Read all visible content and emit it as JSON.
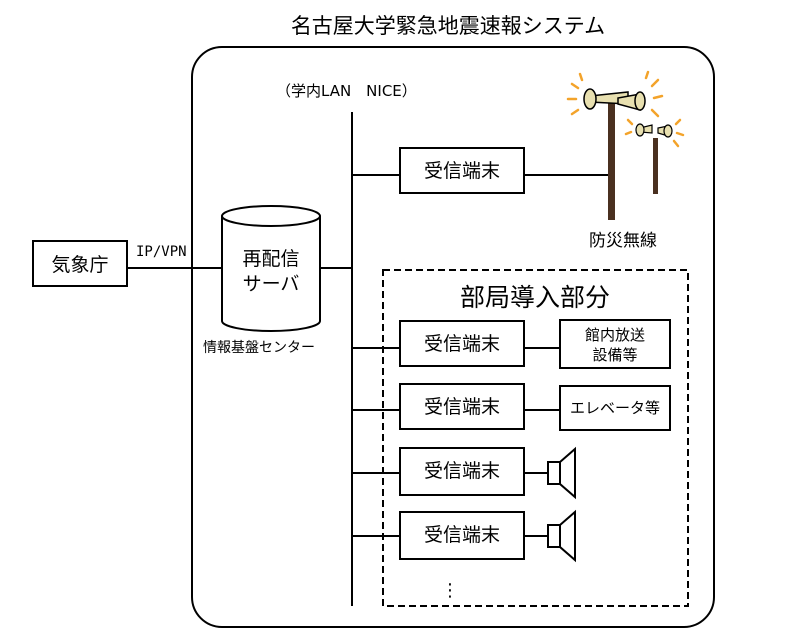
{
  "title": "名古屋大学緊急地震速報システム",
  "campus_network_label": "（学内LAN　NICE）",
  "jma": {
    "label": "気象庁"
  },
  "link_label": "IP/VPN",
  "server": {
    "line1": "再配信",
    "line2": "サーバ",
    "caption": "情報基盤センター"
  },
  "wireless": {
    "terminal_label": "受信端末",
    "caption": "防災無線"
  },
  "department_section": {
    "title": "部局導入部分",
    "rows": [
      {
        "terminal": "受信端末",
        "device_line1": "館内放送",
        "device_line2": "設備等",
        "device_icon": "box"
      },
      {
        "terminal": "受信端末",
        "device_line1": "エレベータ等",
        "device_line2": "",
        "device_icon": "box"
      },
      {
        "terminal": "受信端末",
        "device_line1": "",
        "device_line2": "",
        "device_icon": "speaker-icon"
      },
      {
        "terminal": "受信端末",
        "device_line1": "",
        "device_line2": "",
        "device_icon": "speaker-icon"
      }
    ],
    "more_indicator": "⋮"
  },
  "colors": {
    "siren_body": "#e8e0b0",
    "siren_rays": "#f3a32a",
    "pole": "#4a3020"
  }
}
